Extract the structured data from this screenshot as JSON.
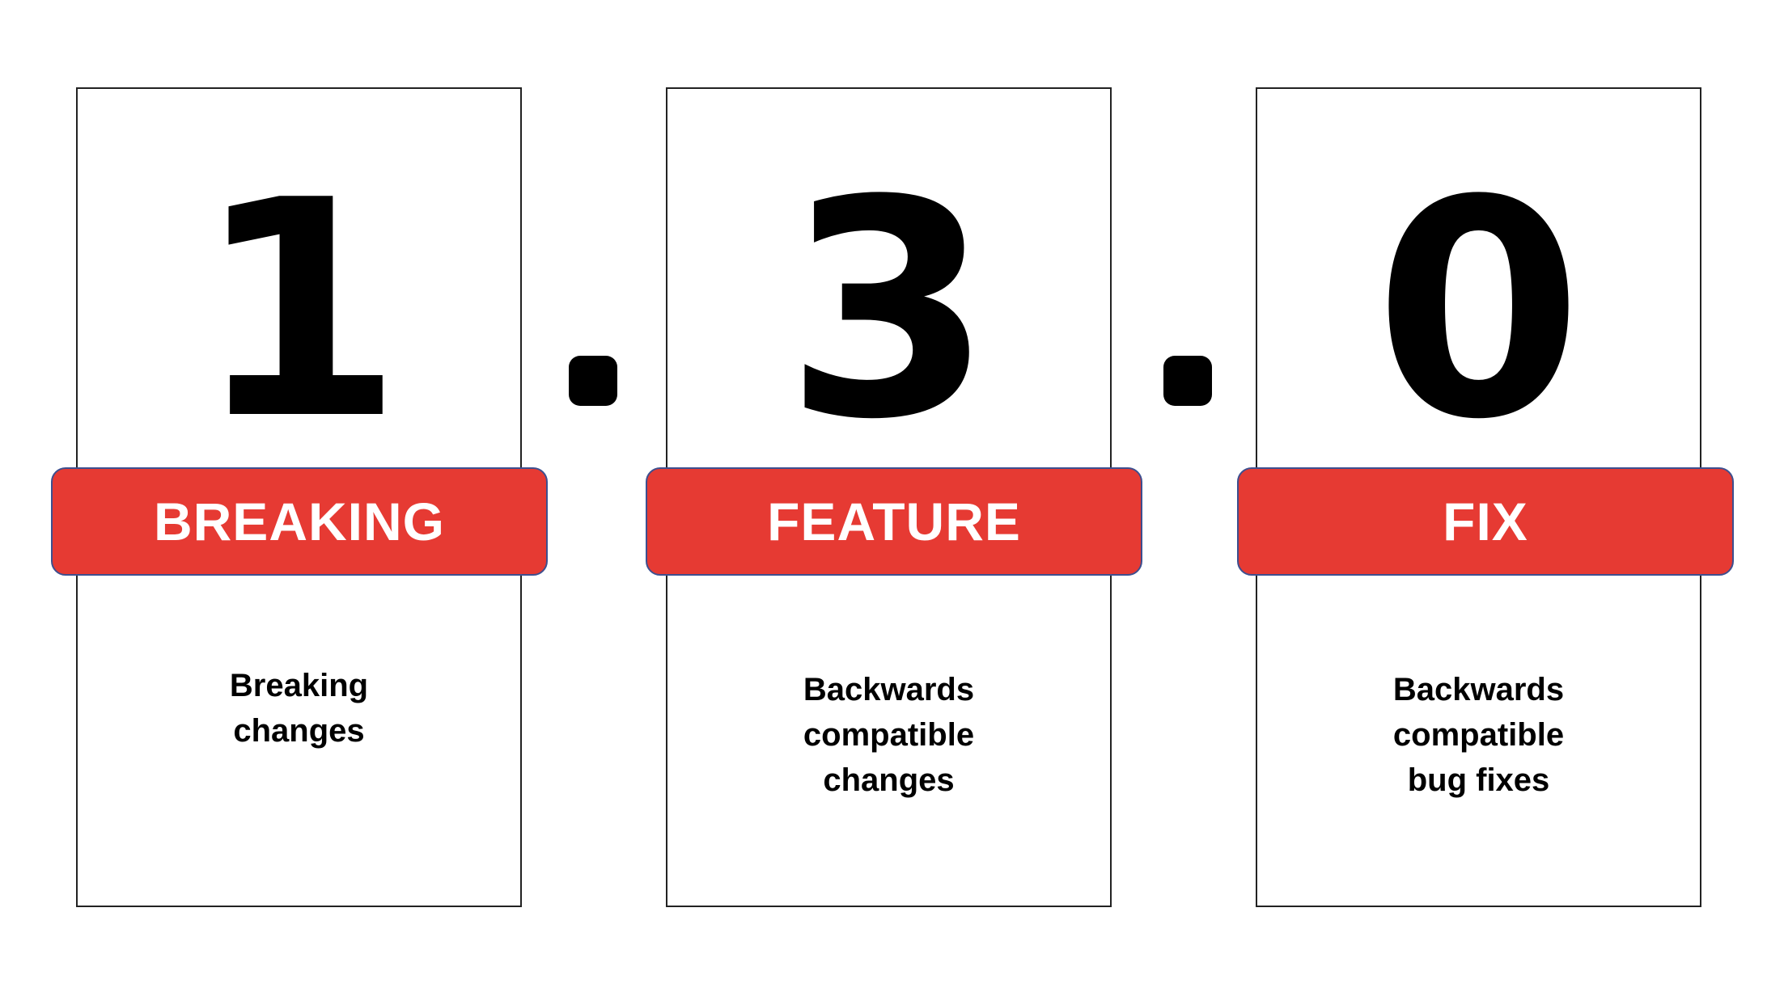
{
  "colors": {
    "accent": "#e63a33",
    "border": "#222222",
    "badge_border": "#3d4f8f",
    "badge_text": "#ffffff"
  },
  "version": {
    "major": {
      "digit": "1",
      "label": "BREAKING",
      "description": [
        "Breaking",
        "changes"
      ]
    },
    "minor": {
      "digit": "3",
      "label": "FEATURE",
      "description": [
        "Backwards",
        "compatible",
        "changes"
      ]
    },
    "patch": {
      "digit": "0",
      "label": "FIX",
      "description": [
        "Backwards",
        "compatible",
        "bug fixes"
      ]
    }
  }
}
